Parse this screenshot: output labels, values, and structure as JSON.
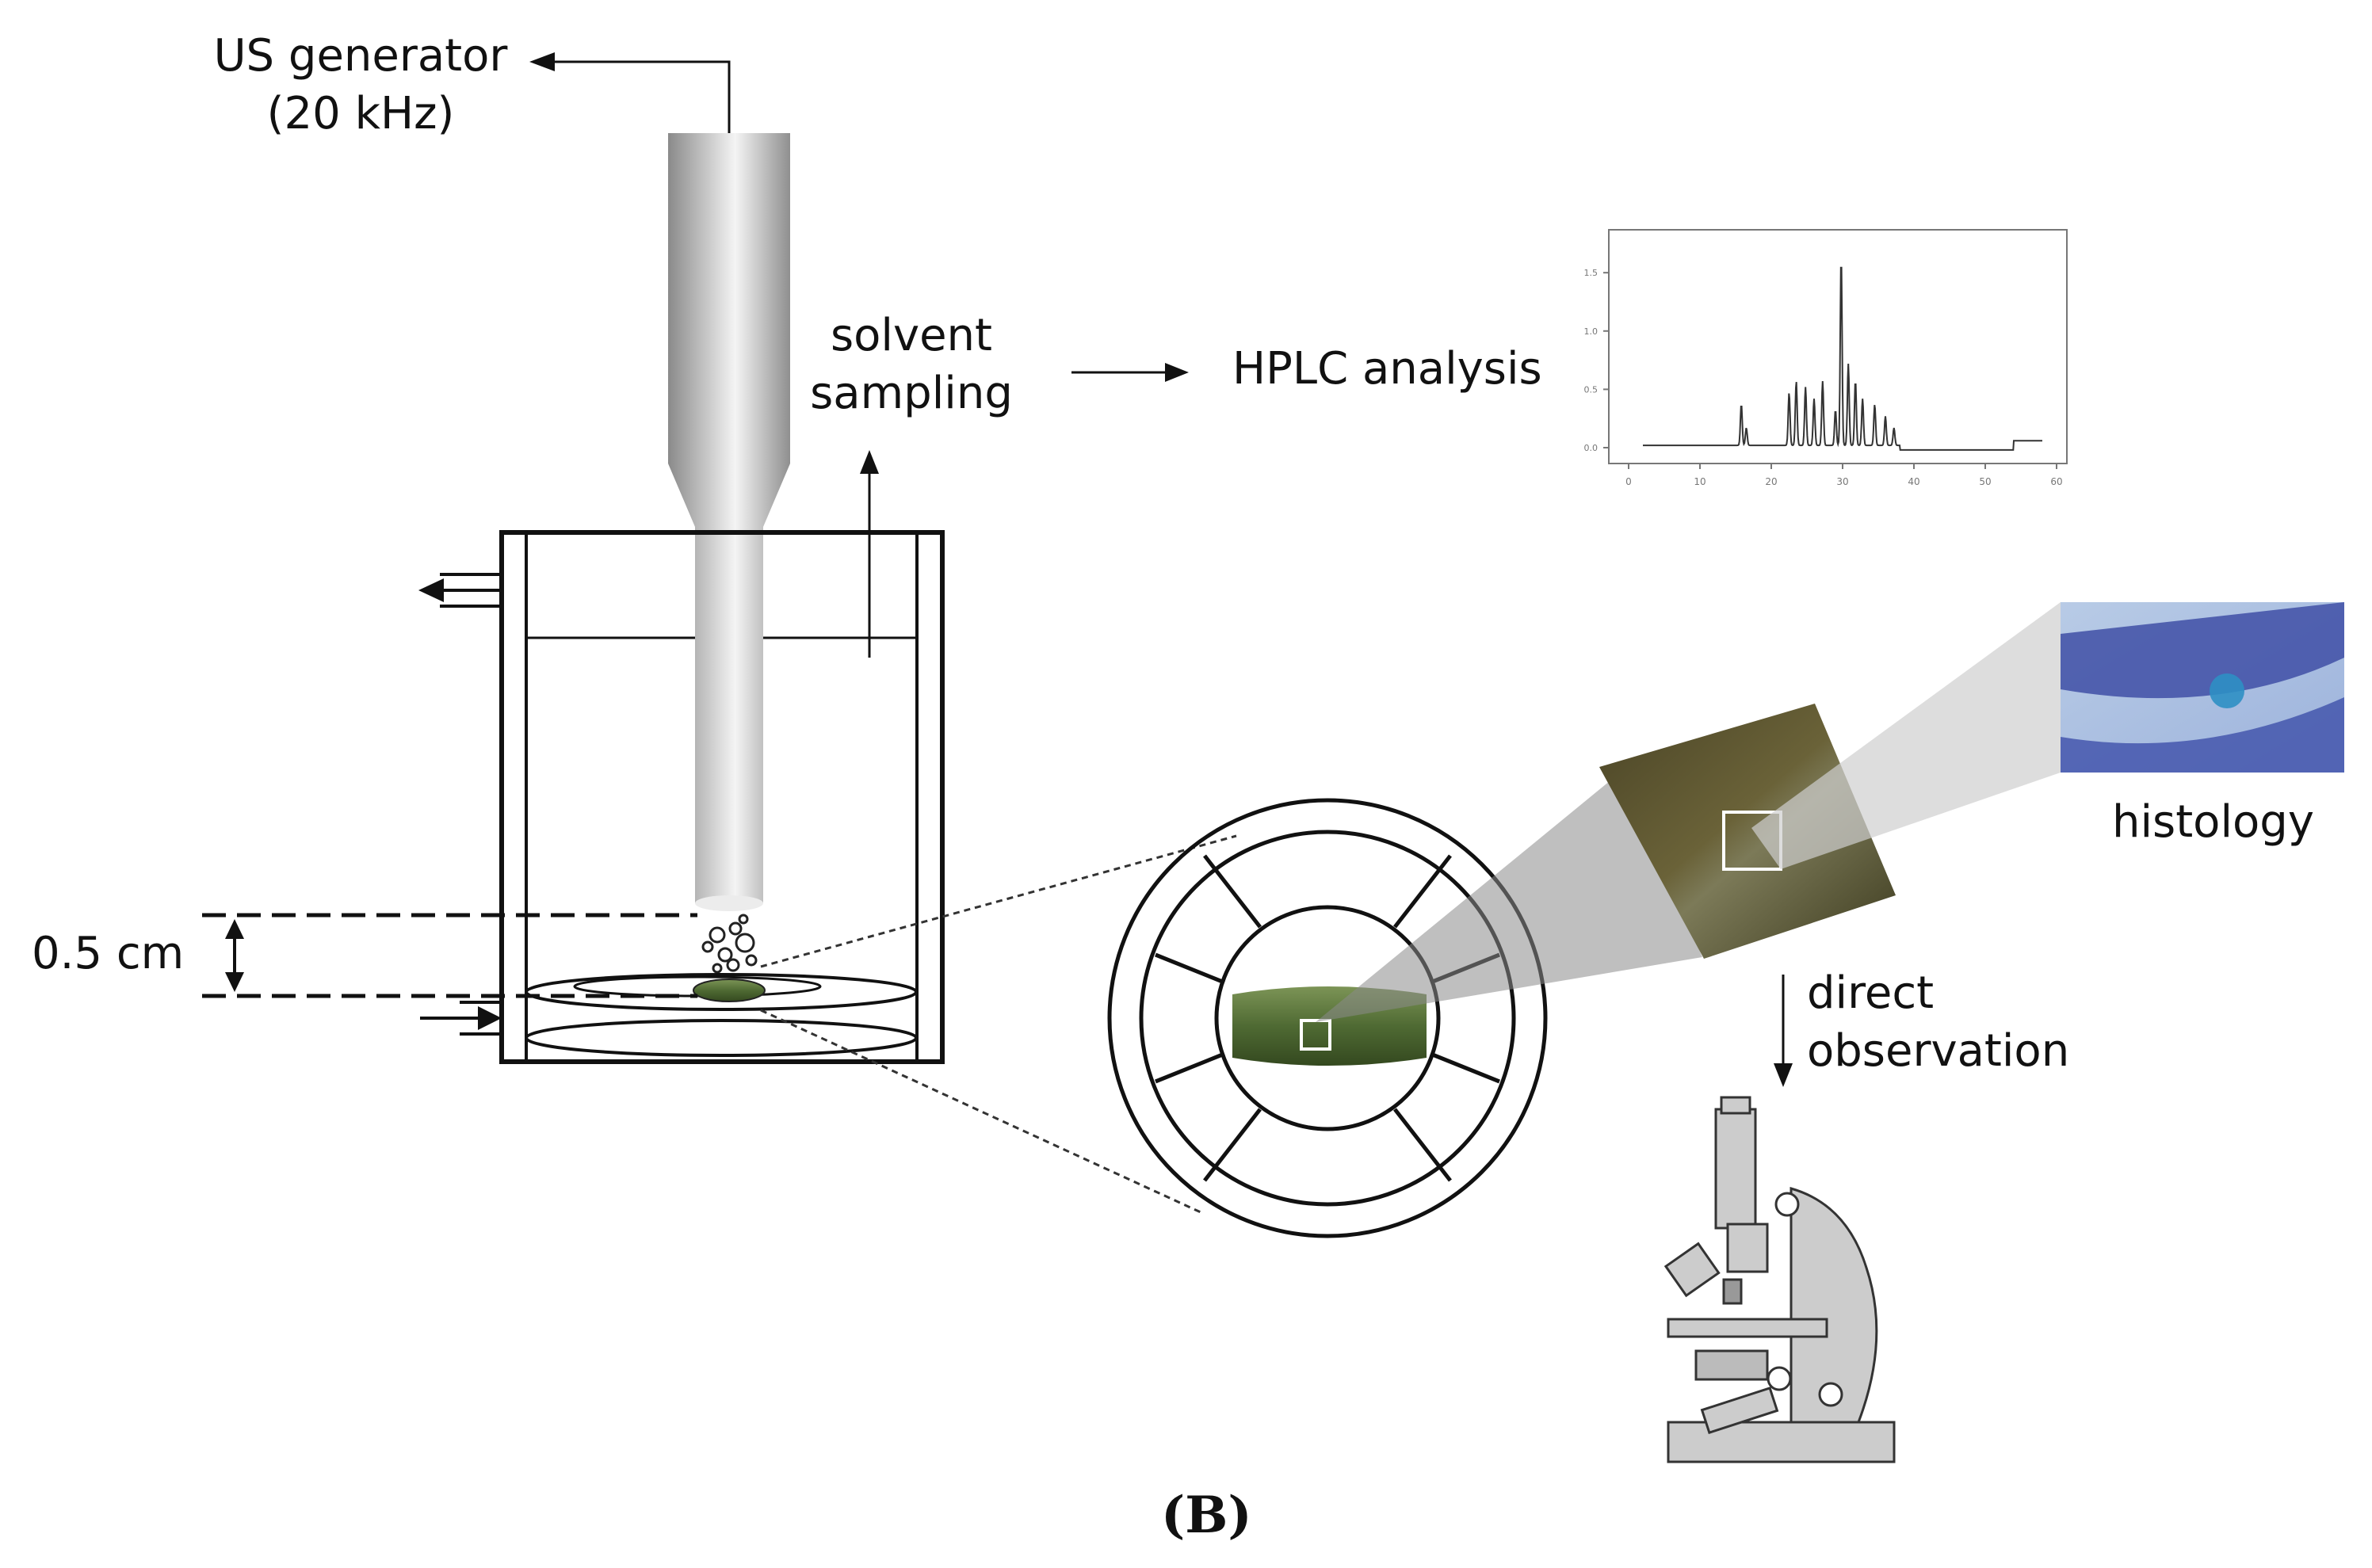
{
  "labels": {
    "us_generator_line1": "US generator",
    "us_generator_line2": "(20 kHz)",
    "solvent_line1": "solvent",
    "solvent_line2": "sampling",
    "hplc": "HPLC analysis",
    "histology": "histology",
    "direct_line1": "direct",
    "direct_line2": "observation",
    "distance": "0.5 cm",
    "panel_caption": "(B)"
  },
  "colors": {
    "line": "#111111",
    "leaf_green": "#56723a",
    "histology_blue": "#3f4fa6",
    "microscope_grey": "#c8c8c8"
  },
  "chart_data": {
    "type": "line",
    "title": "",
    "xlabel": "",
    "ylabel": "",
    "xlim": [
      0,
      60
    ],
    "ylim": [
      0,
      1.8
    ],
    "x_ticks": [
      0,
      10,
      20,
      30,
      40,
      50,
      60
    ],
    "y_ticks": [
      0.0,
      0.5,
      1.0,
      1.5
    ],
    "peaks": [
      {
        "x": 15.8,
        "y": 0.35
      },
      {
        "x": 16.5,
        "y": 0.15
      },
      {
        "x": 22.5,
        "y": 0.45
      },
      {
        "x": 23.5,
        "y": 0.55
      },
      {
        "x": 24.8,
        "y": 0.5
      },
      {
        "x": 26.0,
        "y": 0.4
      },
      {
        "x": 27.2,
        "y": 0.55
      },
      {
        "x": 29.0,
        "y": 0.3
      },
      {
        "x": 29.8,
        "y": 1.6
      },
      {
        "x": 30.8,
        "y": 0.7
      },
      {
        "x": 31.8,
        "y": 0.55
      },
      {
        "x": 32.8,
        "y": 0.4
      },
      {
        "x": 34.5,
        "y": 0.35
      },
      {
        "x": 36.0,
        "y": 0.25
      },
      {
        "x": 37.2,
        "y": 0.15
      }
    ],
    "step_at_x": 54,
    "baseline": 0.02
  }
}
